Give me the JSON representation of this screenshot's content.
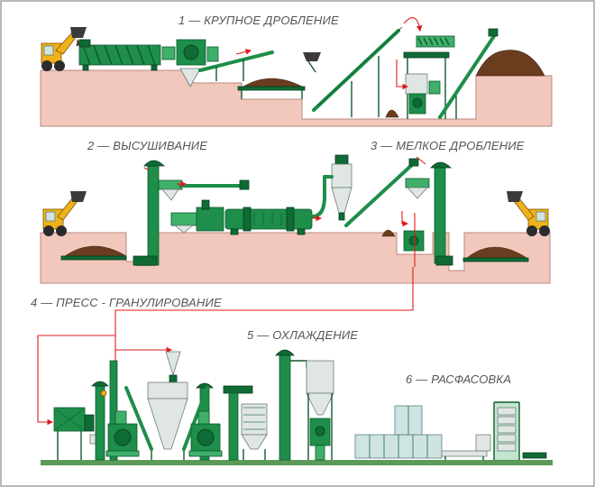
{
  "stages": {
    "s1": "1 — КРУПНОЕ ДРОБЛЕНИЕ",
    "s2": "2 — ВЫСУШИВАНИЕ",
    "s3": "3 — МЕЛКОЕ ДРОБЛЕНИЕ",
    "s4": "4 — ПРЕСС - ГРАНУЛИРОВАНИЕ",
    "s5": "5 — ОХЛАЖДЕНИЕ",
    "s6": "6 — РАСФАСОВКА"
  },
  "colors": {
    "equipment": "#1e8e4a",
    "ground": "#f2c7bc",
    "flow_arrows": "#e01a1a",
    "loader": "#f0b21a",
    "material": "#6b3d1f"
  },
  "icons": [
    "front-loader-icon",
    "crusher-icon",
    "conveyor-icon",
    "dryer-drum-icon",
    "cyclone-icon",
    "pellet-press-icon",
    "cooler-tower-icon",
    "packing-line-icon",
    "pallet-stack-icon"
  ]
}
